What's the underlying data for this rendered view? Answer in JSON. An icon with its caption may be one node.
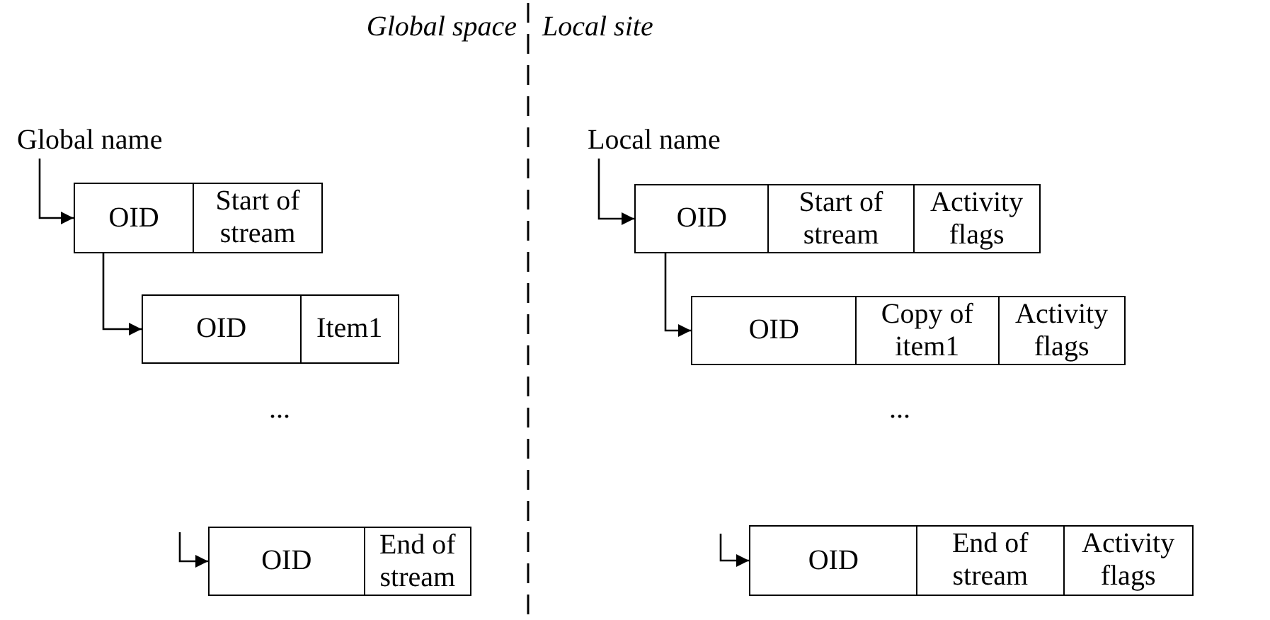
{
  "diagram": {
    "nodes": [
      {
        "text": [
          "Global name"
        ]
      },
      {
        "text": [
          "OID",
          "Start of stream"
        ]
      },
      {
        "text": [
          "OID",
          "Item1"
        ]
      },
      {
        "text": [
          "OID",
          "End of stream"
        ]
      },
      {
        "text": [
          "Local name"
        ]
      },
      {
        "text": [
          "OID",
          "Start of stream",
          "Activity flags"
        ]
      },
      {
        "text": [
          "OID",
          "Copy of item1",
          "Activity flags"
        ]
      },
      {
        "text": [
          "OID",
          "End of stream",
          "Activity flags"
        ]
      }
    ],
    "edges": [
      {
        "from": 0,
        "to": 1,
        "arrow": "to"
      },
      {
        "from": 1,
        "to": 2,
        "arrow": "to"
      },
      {
        "from": null,
        "to": 3,
        "arrow": "to"
      },
      {
        "from": 4,
        "to": 5,
        "arrow": "to"
      },
      {
        "from": 5,
        "to": 6,
        "arrow": "to"
      },
      {
        "from": null,
        "to": 7,
        "arrow": "to"
      }
    ],
    "labels": [
      "Global space",
      "Local site",
      "...",
      "..."
    ]
  }
}
